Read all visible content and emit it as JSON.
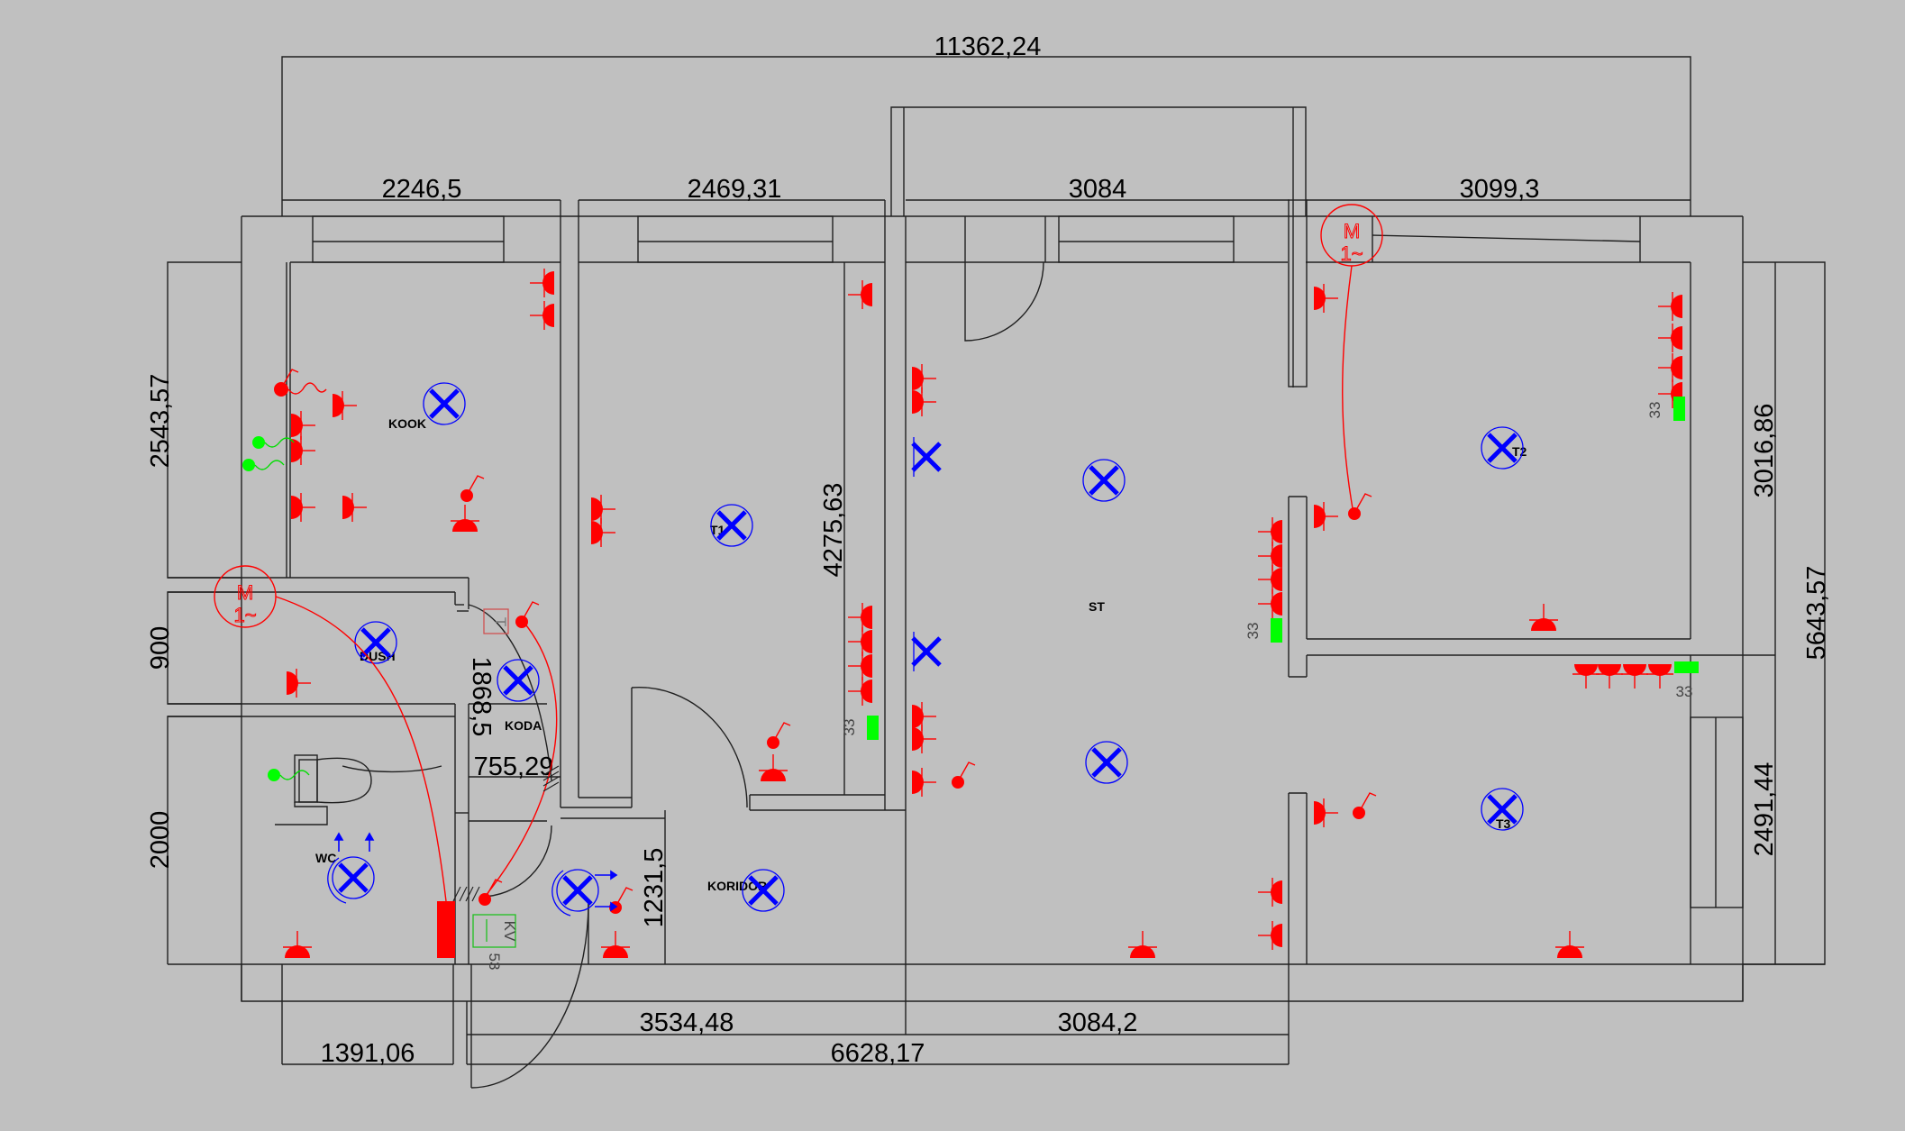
{
  "colors": {
    "background": "#c0c0c0",
    "walls": "#202020",
    "electrical": "#ff0000",
    "lighting": "#0000ff",
    "water": "#00ff00"
  },
  "dimensions": {
    "overall_width": "11362,24",
    "top_kook": "2246,5",
    "top_t1": "2469,31",
    "top_st": "3084",
    "top_t2": "3099,3",
    "left_kook": "2543,57",
    "left_dush": "900",
    "left_wc": "2000",
    "koda_vertical": "1868,5",
    "koda_width": "755,29",
    "t1_depth": "4275,63",
    "koridor_depth": "1231,5",
    "right_t2": "3016,86",
    "right_overall": "5643,57",
    "right_t3": "2491,44",
    "bottom_left": "1391,06",
    "bottom_mid": "3534,48",
    "bottom_st": "3084,2",
    "bottom_total": "6628,17"
  },
  "rooms": {
    "kook": "KOOK",
    "t1": "T1",
    "st": "ST",
    "t2": "T2",
    "t3": "T3",
    "dush": "DUSH",
    "koda": "KODA",
    "wc": "WC",
    "koridor": "KORIDOR"
  },
  "symbols": {
    "motor_top": "M",
    "motor_bottom": "1~",
    "outlet_group_label": "33",
    "panel_label": "KV",
    "panel_code": "53",
    "thermostat_label": "T"
  }
}
